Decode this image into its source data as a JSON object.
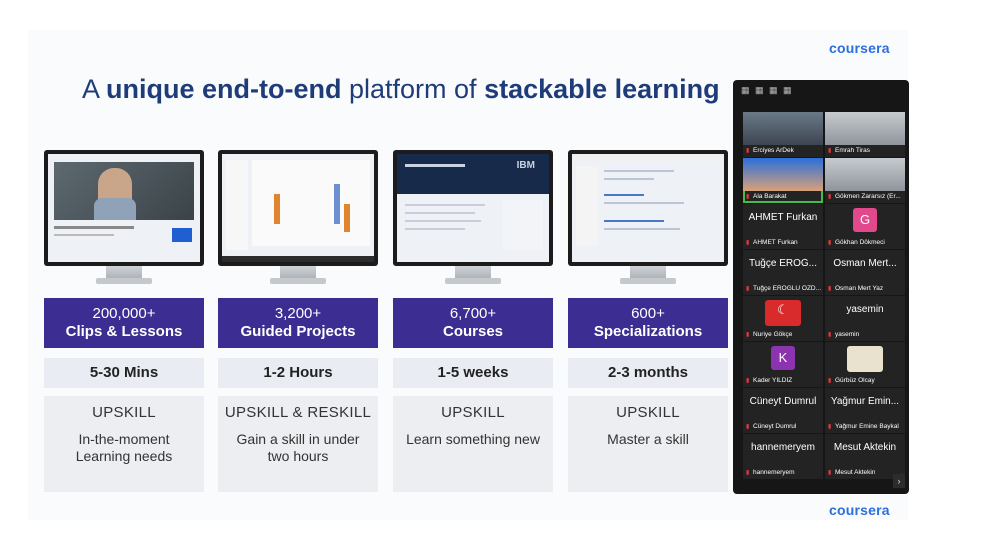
{
  "brand": {
    "logo_top": "coursera",
    "logo_bottom": "coursera"
  },
  "headline": {
    "part1": "A ",
    "bold1": "unique end-to-end",
    "part2": " platform of ",
    "bold2": "stackable learning"
  },
  "columns": [
    {
      "count": "200,000+",
      "label": "Clips & Lessons",
      "duration": "5-30 Mins",
      "head": "UPSKILL",
      "body": "In-the-moment Learning needs",
      "screen": "video"
    },
    {
      "count": "3,200+",
      "label": "Guided Projects",
      "duration": "1-2 Hours",
      "head": "UPSKILL & RESKILL",
      "body": "Gain a skill in under two hours",
      "screen": "project"
    },
    {
      "count": "6,700+",
      "label": "Courses",
      "duration": "1-5 weeks",
      "head": "UPSKILL",
      "body": "Learn something new",
      "screen": "course"
    },
    {
      "count": "600+",
      "label": "Specializations",
      "duration": "2-3 months",
      "head": "UPSKILL",
      "body": "Master a skill",
      "screen": "specialization"
    }
  ],
  "zoom": {
    "participants": [
      {
        "big": "",
        "small": "Erciyes ArDek",
        "type": "video"
      },
      {
        "big": "",
        "small": "Emrah Tiras",
        "type": "video"
      },
      {
        "big": "",
        "small": "Ala Barakat",
        "type": "video",
        "active": true
      },
      {
        "big": "",
        "small": "Gökmen Zararsız (Er...",
        "type": "video"
      },
      {
        "big": "AHMET Furkan",
        "small": "AHMET Furkan",
        "type": "name"
      },
      {
        "big": "",
        "small": "Gökhan Dökmeci",
        "type": "avatar",
        "letter": "G",
        "color": "#e2498c"
      },
      {
        "big": "Tuğçe EROĞ...",
        "small": "Tuğçe EROĞLU ÖZD...",
        "type": "name"
      },
      {
        "big": "Osman Mert...",
        "small": "Osman Mert Yaz",
        "type": "name"
      },
      {
        "big": "",
        "small": "Nuriye Gökçe",
        "type": "flag"
      },
      {
        "big": "yasemin",
        "small": "yasemin",
        "type": "name"
      },
      {
        "big": "",
        "small": "Kader YILDIZ",
        "type": "avatar",
        "letter": "K",
        "color": "#8c34b0"
      },
      {
        "big": "",
        "small": "Gürbüz Olcay",
        "type": "photo"
      },
      {
        "big": "Cüneyt Dumrul",
        "small": "Cüneyt Dumrul",
        "type": "name"
      },
      {
        "big": "Yağmur Emin...",
        "small": "Yağmur Emine Baykal",
        "type": "name"
      },
      {
        "big": "hannemeryem",
        "small": "hannemeryem",
        "type": "name"
      },
      {
        "big": "Mesut Aktekin",
        "small": "Mesut Aktekin",
        "type": "name"
      }
    ],
    "next_label": "›"
  }
}
